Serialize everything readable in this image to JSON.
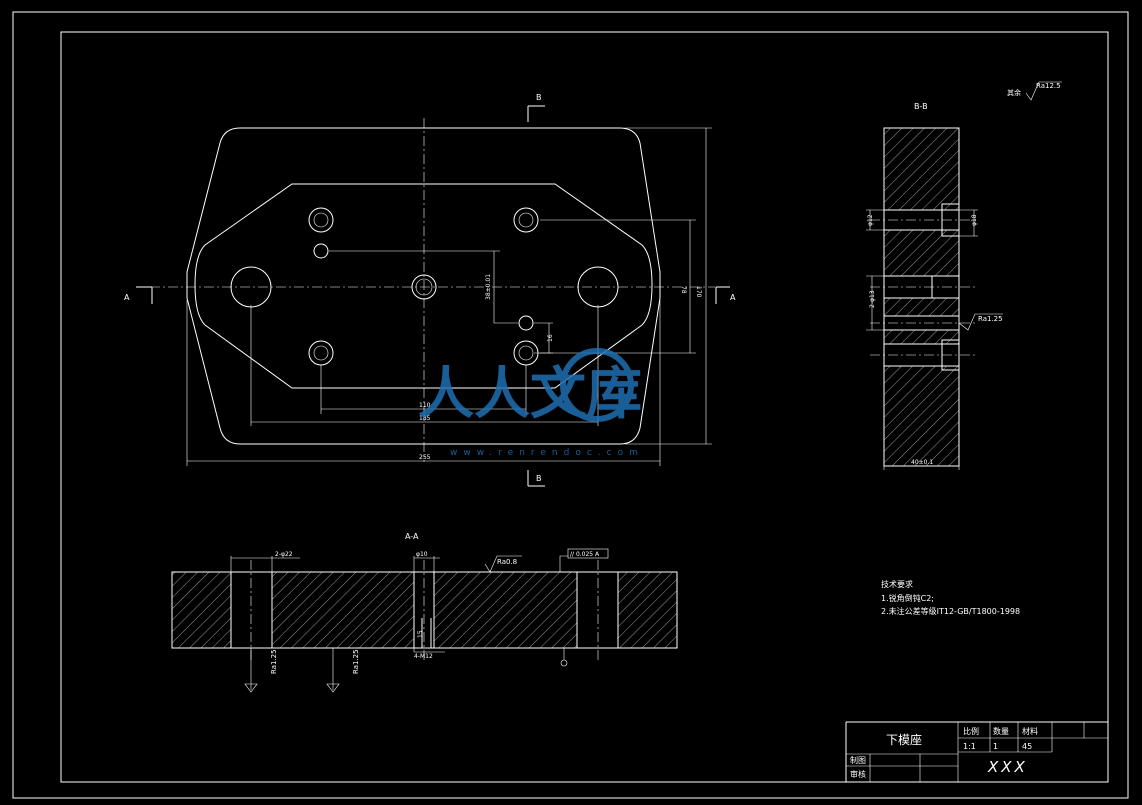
{
  "drawing": {
    "top_view": {
      "section_a_label": "A",
      "section_b_label": "B",
      "dims": {
        "d_110": "110",
        "d_185": "185",
        "d_255": "255",
        "d_78": "78",
        "d_170": "170",
        "d_16": "16",
        "d_38": "38±0.01"
      }
    },
    "bb_view": {
      "title": "B-B",
      "roughness_note": "其余",
      "roughness_value": "Ra12.5",
      "dim_dia_top": "φ12",
      "dim_dia_hole": "φ18",
      "dim_dia_mid": "2-φ13",
      "roughness_mid": "Ra1.25",
      "dim_width": "40±0.1"
    },
    "aa_view": {
      "title": "A-A",
      "dim_2d22": "2-φ22",
      "dim_d10": "φ10",
      "roughness_top": "Ra0.8",
      "flatness_tol": "// 0.025 A",
      "dim_4m12": "4-M12",
      "dim_15": "15",
      "roughness_left1": "Ra1.25",
      "roughness_left2": "Ra1.25"
    },
    "tech_req": {
      "heading": "技术要求",
      "line1": "1.锐角倒钝C2;",
      "line2": "2.未注公差等级IT12-GB/T1800-1998"
    },
    "title_block": {
      "part_name": "下模座",
      "h_scale": "比例",
      "h_qty": "数量",
      "h_material": "材料",
      "scale": "1:1",
      "qty": "1",
      "material": "45",
      "drawn_label": "制图",
      "checked_label": "审核",
      "code": "XXX"
    },
    "watermark": {
      "text": "人人文库",
      "url": "www.renrendoc.com"
    }
  }
}
